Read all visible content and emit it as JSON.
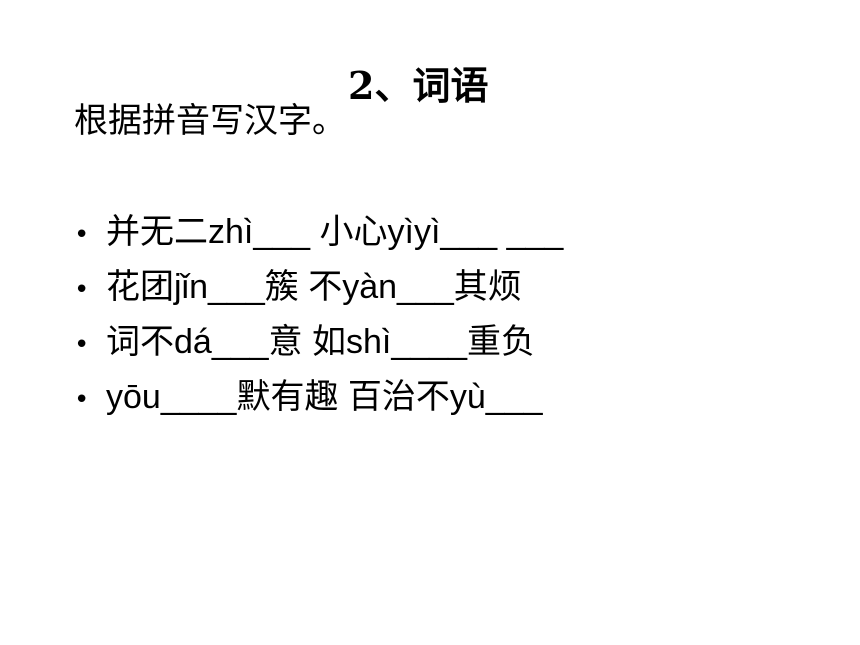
{
  "slide": {
    "title": "2、词语",
    "instruction": "根据拼音写汉字。",
    "bullet_symbol": "•",
    "items": [
      "并无二zhì___    小心yìyì___ ___",
      "花团jǐn___簇   不yàn___其烦",
      "词不dá___意  如shì____重负",
      "yōu____默有趣   百治不yù___"
    ]
  }
}
